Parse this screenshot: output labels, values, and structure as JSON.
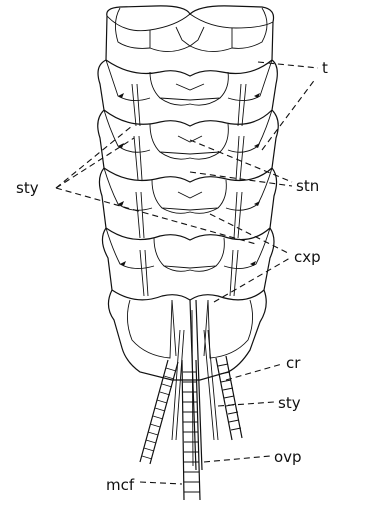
{
  "labels": {
    "t": "t",
    "sty_left": "sty",
    "stn": "stn",
    "cxp": "cxp",
    "cr": "cr",
    "sty_right": "sty",
    "ovp": "ovp",
    "mcf": "mcf"
  }
}
